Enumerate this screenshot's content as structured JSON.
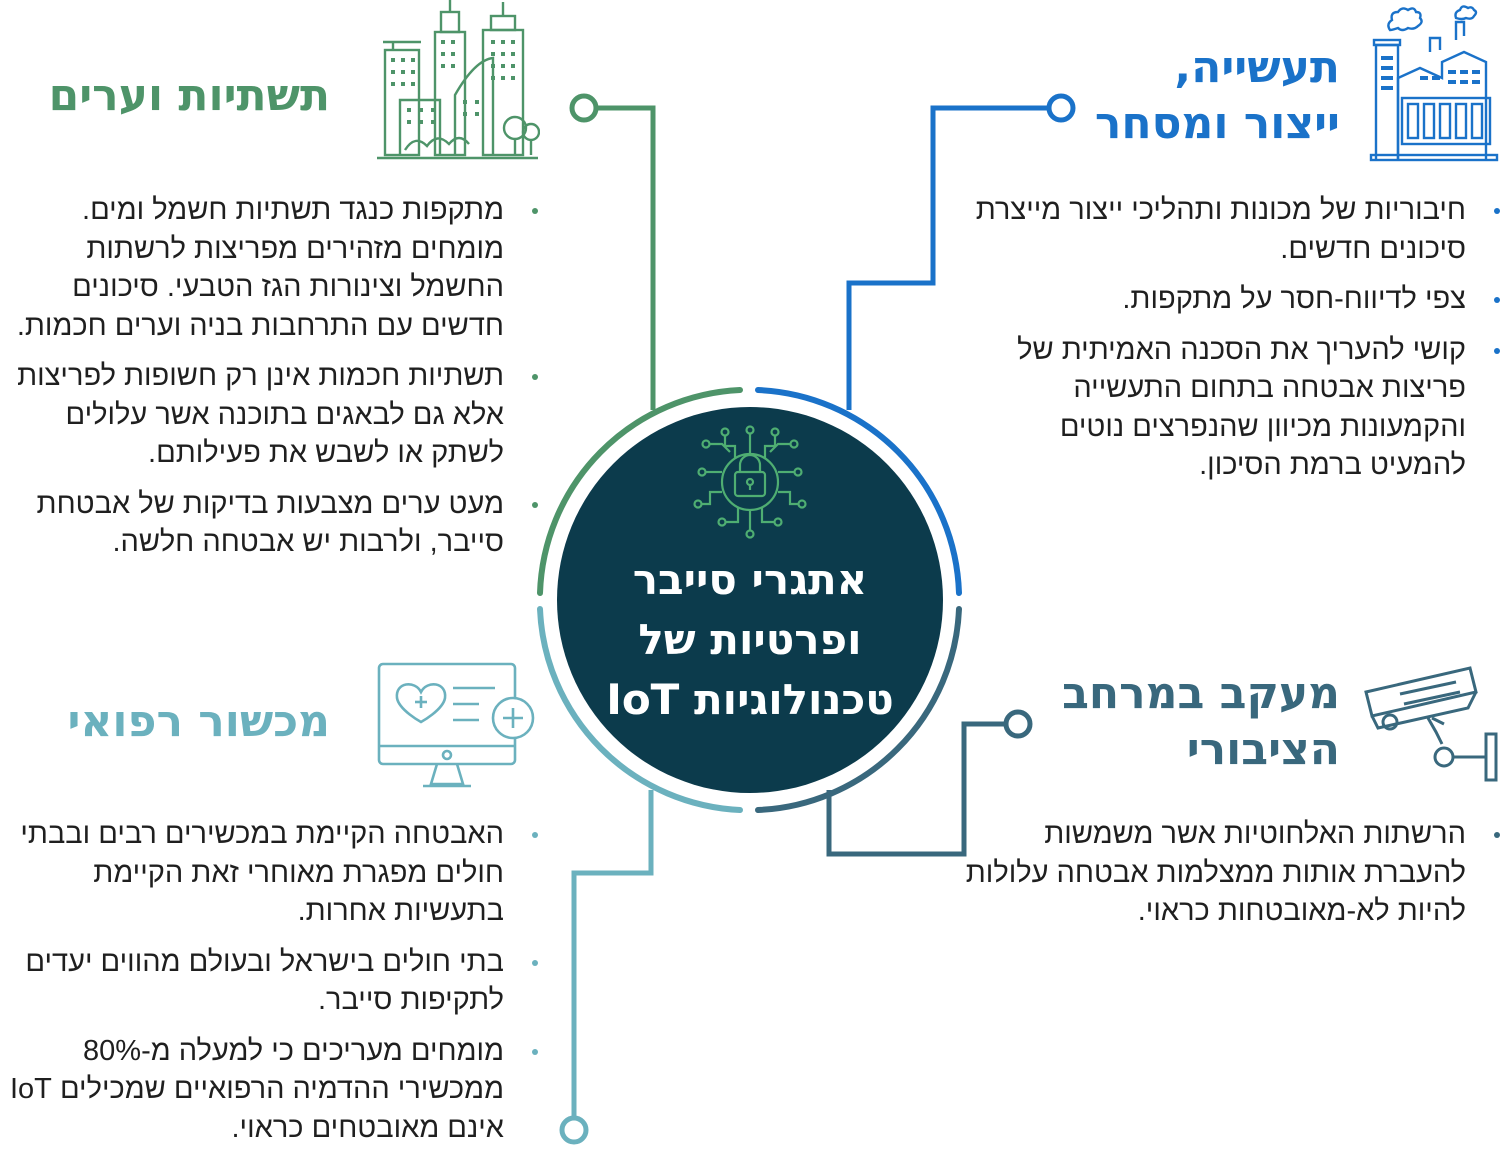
{
  "center": {
    "title_lines": [
      "אתגרי סייבר",
      "ופרטיות של",
      "טכנולוגיות IoT"
    ],
    "icon": "lock-circuit-icon"
  },
  "colors": {
    "center_bg": "#0c3b4c",
    "industry": "#1a72c9",
    "infrastructure": "#4e9469",
    "surveillance": "#39687d",
    "medical": "#6bb1be",
    "text": "#1f1f1f"
  },
  "sections": {
    "infrastructure": {
      "heading": "תשתיות וערים",
      "icon": "city-buildings-icon",
      "bullets": [
        "מתקפות כנגד תשתיות חשמל ומים. מומחים מזהירים מפריצות לרשתות החשמל וצינורות הגז הטבעי. סיכונים חדשים עם התרחבות בניה וערים חכמות.",
        "תשתיות חכמות אינן רק חשופות לפריצות אלא גם לבאגים בתוכנה אשר עלולים לשתק או לשבש את פעילותם.",
        "מעט ערים מצבעות בדיקות של אבטחת סייבר, ולרבות יש אבטחה חלשה."
      ]
    },
    "industry": {
      "heading_lines": [
        "תעשייה,",
        "ייצור ומסחר"
      ],
      "icon": "factory-icon",
      "bullets": [
        "חיבוריות של מכונות ותהליכי ייצור מייצרת סיכונים חדשים.",
        "צפי לדיווח-חסר על מתקפות.",
        "קושי להעריך את הסכנה האמיתית של פריצות אבטחה בתחום התעשייה והקמעונות מכיוון שהנפרצים נוטים להמעיט ברמת הסיכון."
      ]
    },
    "medical": {
      "heading": "מכשור רפואי",
      "icon": "medical-monitor-icon",
      "bullets": [
        "האבטחה הקיימת במכשירים רבים ובבתי חולים מפגרת מאוחרי זאת הקיימת בתעשיות אחרות.",
        "בתי חולים בישראל ובעולם מהווים יעדים לתקיפות סייבר.",
        "מומחים מעריכים כי למעלה מ-80% ממכשירי ההדמיה הרפואיים שמכילים IoT אינם מאובטחים כראוי."
      ]
    },
    "surveillance": {
      "heading_lines": [
        "מעקב במרחב",
        "הציבורי"
      ],
      "icon": "security-camera-icon",
      "bullets": [
        "הרשתות האלחוטיות אשר משמשות להעברת אותות ממצלמות אבטחה עלולות להיות לא-מאובטחות כראוי."
      ]
    }
  }
}
